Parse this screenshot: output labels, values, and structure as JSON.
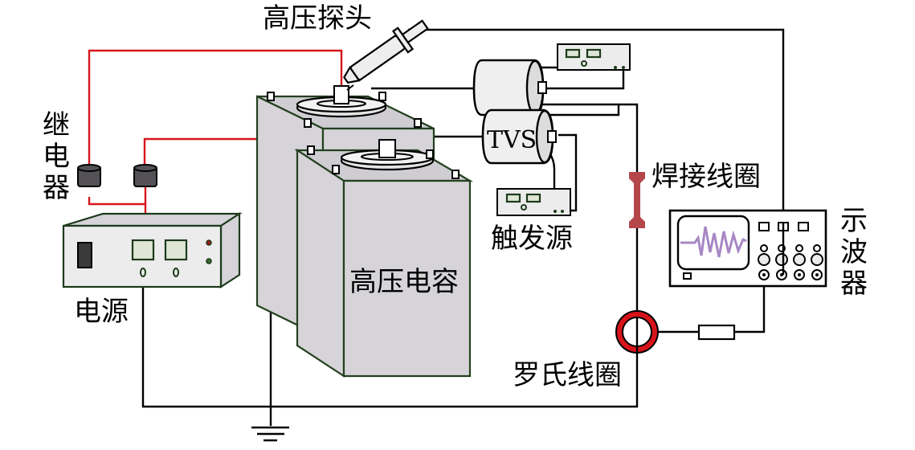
{
  "labels": {
    "high_voltage_probe": "高压探头",
    "relay_line1": "继",
    "relay_line2": "电",
    "relay_line3": "器",
    "power_supply": "电源",
    "hv_capacitor": "高压电容",
    "tvs": "TVS",
    "trigger_source": "触发源",
    "welding_coil": "焊接线圈",
    "oscilloscope_line1": "示",
    "oscilloscope_line2": "波",
    "oscilloscope_line3": "器",
    "rogowski_coil": "罗氏线圈"
  },
  "colors": {
    "control_wire": "#d7141b",
    "signal_wire": "#000000",
    "capacitor_body": "#d6d4d8",
    "capacitor_edge": "#23401e",
    "relay_body": "#555257",
    "welding_coil": "#b5474b",
    "rogowski_ring": "#d7141b",
    "waveform": "#8a5fb0"
  }
}
